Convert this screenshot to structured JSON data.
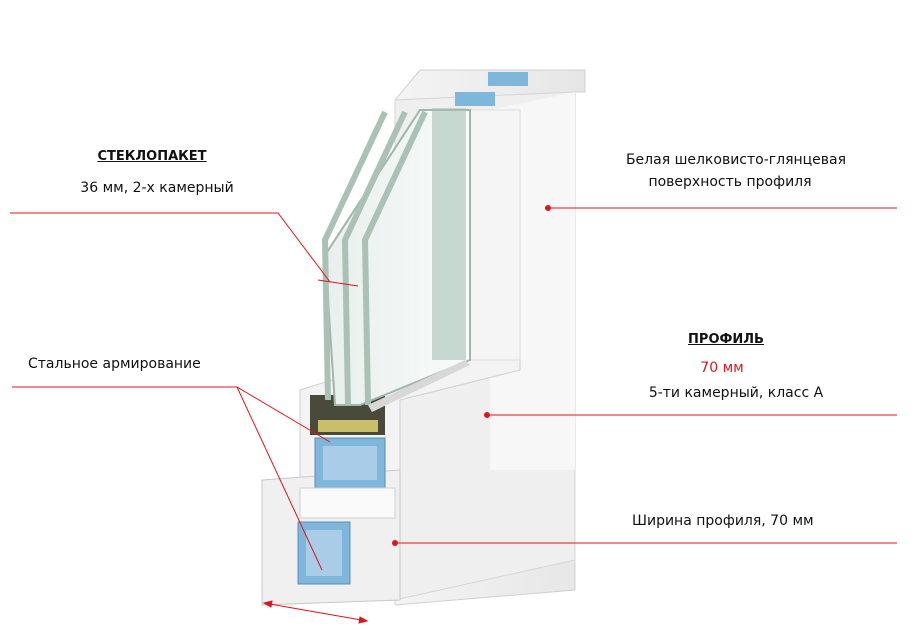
{
  "glass_unit": {
    "title": "СТЕКЛОПАКЕТ",
    "desc": "36 мм, 2-х камерный"
  },
  "surface": {
    "line1": "Белая шелковисто-глянцевая",
    "line2": "поверхность профиля"
  },
  "profile": {
    "title": "ПРОФИЛЬ",
    "depth": "70 мм",
    "desc": "5-ти камерный, класс А"
  },
  "reinforcement": {
    "label": "Стальное армирование"
  },
  "width": {
    "label": "Ширина профиля, 70 мм"
  },
  "colors": {
    "leader": "#e0141c",
    "accent_red": "#e0141c",
    "chamber_blue": "#7fb6dc",
    "glass": "#b9cfc4"
  }
}
